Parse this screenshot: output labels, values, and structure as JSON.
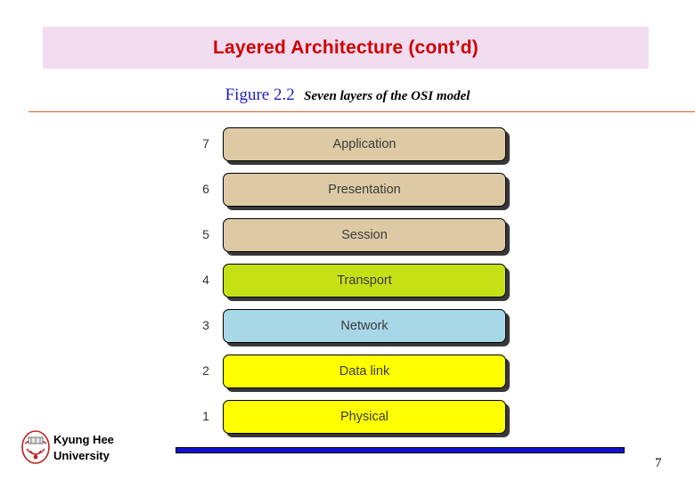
{
  "slide": {
    "title": "Layered Architecture (cont’d)",
    "title_color": "#ce0000",
    "banner_color": "#f2dcf0",
    "figure": {
      "number": "Figure 2.2",
      "number_color": "#1f1fbf",
      "caption": "Seven layers of the OSI model",
      "rule_color": "#e06030"
    },
    "layers": [
      {
        "number": "7",
        "label": "Application",
        "color": "#ddcaa5"
      },
      {
        "number": "6",
        "label": "Presentation",
        "color": "#ddcaa5"
      },
      {
        "number": "5",
        "label": "Session",
        "color": "#ddcaa5"
      },
      {
        "number": "4",
        "label": "Transport",
        "color": "#c6e016"
      },
      {
        "number": "3",
        "label": "Network",
        "color": "#a8d8e8"
      },
      {
        "number": "2",
        "label": "Data link",
        "color": "#ffff00"
      },
      {
        "number": "1",
        "label": "Physical",
        "color": "#ffff00"
      }
    ],
    "footer": {
      "institution_line1": "Kyung Hee",
      "institution_line2": "University",
      "bar_color": "#1010cf",
      "page_number": "7"
    }
  }
}
